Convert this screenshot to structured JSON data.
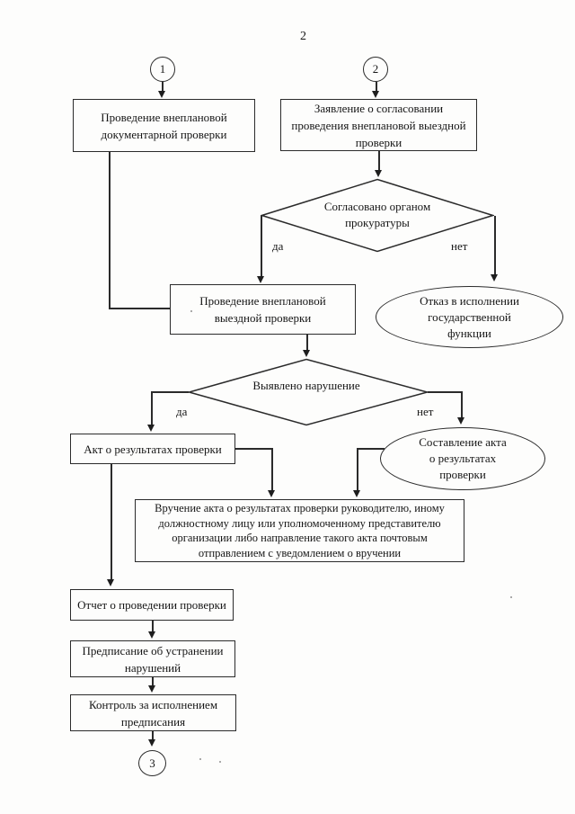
{
  "page": {
    "number": "2"
  },
  "connector_circles": {
    "c1": "1",
    "c2": "2",
    "c3": "3"
  },
  "labels": {
    "yes": "да",
    "no": "нет"
  },
  "nodes": {
    "doc_check": "Проведение внеплановой\nдокументарной проверки",
    "approval_request": "Заявление о согласовании\nпроведения внеплановой выездной\nпроверки",
    "prosecutor_decision": "Согласовано органом\nпрокуратуры",
    "field_check": "Проведение внеплановой\nвыездной проверки",
    "refusal": "Отказ в исполнении\nгосударственной\nфункции",
    "violation_decision": "Выявлено нарушение",
    "act_results": "Акт о результатах проверки",
    "act_drafting": "Составление акта\nо результатах\nпроверки",
    "act_delivery": "Вручение акта о результатах проверки руководителю, иному\nдолжностному лицу или уполномоченному представителю\nорганизации либо направление такого акта почтовым\nотправлением с уведомлением о вручении",
    "report": "Отчет о проведении проверки",
    "prescription": "Предписание об устранении\nнарушений",
    "control": "Контроль за исполнением\nпредписания"
  }
}
